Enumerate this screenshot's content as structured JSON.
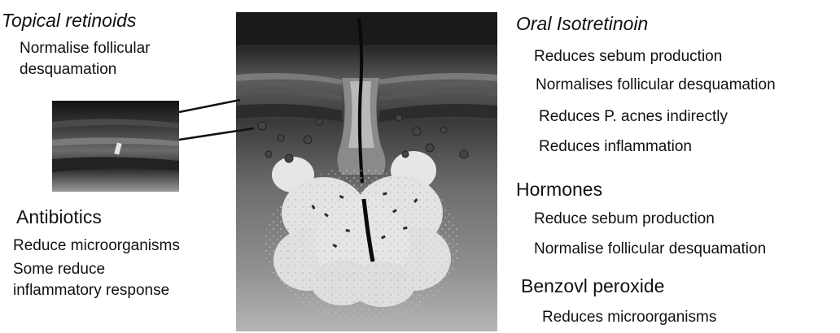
{
  "left": {
    "topical_retinoids": {
      "heading": "Topical retinoids",
      "line1": "Normalise follicular",
      "line2": "desquamation"
    },
    "antibiotics": {
      "heading": "Antibiotics",
      "line1": "Reduce microorganisms",
      "line2": "Some reduce",
      "line3": "inflammatory response"
    }
  },
  "right": {
    "oral_isotretinoin": {
      "heading": "Oral Isotretinoin",
      "items": [
        "Reduces sebum production",
        "Normalises follicular desquamation",
        "Reduces P. acnes indirectly",
        "Reduces inflammation"
      ]
    },
    "hormones": {
      "heading": "Hormones",
      "items": [
        "Reduce sebum production",
        "Normalise follicular desquamation"
      ]
    },
    "benzoyl_peroxide": {
      "heading": "Benzovl peroxide",
      "items": [
        "Reduces microorganisms"
      ]
    }
  },
  "colors": {
    "skin_dark": "#1a1a1a",
    "skin_mid": "#5a5a5a",
    "gland": "#e9e9e9",
    "background": "#ffffff"
  }
}
